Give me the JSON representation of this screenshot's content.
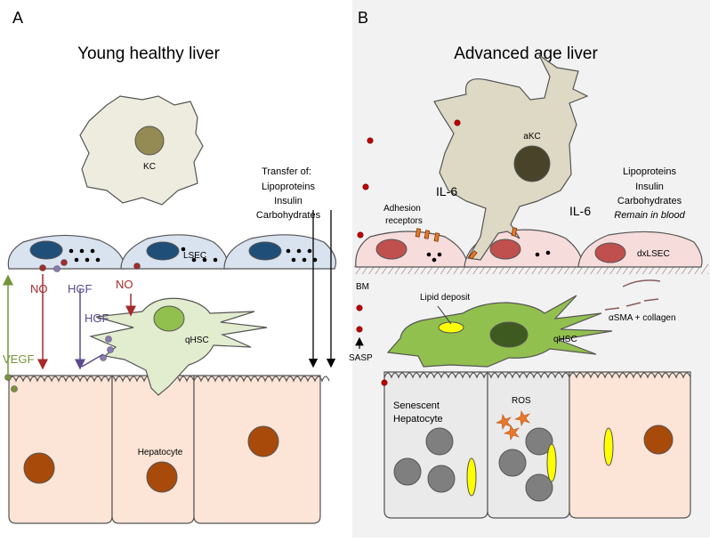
{
  "panel_a": {
    "letter": "A",
    "title": "Young healthy liver",
    "kc": "KC",
    "lsec": "LSEC",
    "qhsc": "qHSC",
    "hepatocyte": "Hepatocyte",
    "transfer": [
      "Transfer of:",
      "Lipoproteins",
      "Insulin",
      "Carbohydrates"
    ],
    "no_left": "NO",
    "no_right": "NO",
    "hgf_top": "HGF",
    "hgf_mid": "HGF",
    "vegf": "VEGF"
  },
  "panel_b": {
    "letter": "B",
    "title": "Advanced age liver",
    "akc": "aKC",
    "il6_left": "IL-6",
    "il6_right": "IL-6",
    "adhesion": [
      "Adhesion",
      "receptors"
    ],
    "transfer": [
      "Lipoproteins",
      "Insulin",
      "Carbohydrates",
      "Remain in blood"
    ],
    "dxlsec": "dxLSEC",
    "bm": "BM",
    "lipid": "Lipid deposit",
    "asma": "αSMA + collagen",
    "qhsc": "qHSC",
    "sasp": "SASP",
    "senescent": [
      "Senescent",
      "Hepatocyte"
    ],
    "ros": "ROS"
  },
  "colors": {
    "panel_b_bg": "#f2f2f2",
    "kc_fill": "#eeecdf",
    "akc_fill": "#ddd9c4",
    "lsec_fill": "#d9e2ef",
    "lsec_nucleus": "#1f4e79",
    "dxlsec_fill": "#f7dcdc",
    "dxlsec_nucleus": "#c0504d",
    "qhsc_a_fill": "#e2eccf",
    "qhsc_b_fill": "#92c04f",
    "hepatocyte_fill": "#fce4d6",
    "senescent_fill": "#eaeaea",
    "hep_nucleus": "#a84a0a",
    "no_color": "#a52a2a",
    "hgf_color": "#5b4a8f",
    "vegf_color": "#77933c",
    "ros_color": "#e8782c",
    "lipid_color": "#ffff00"
  }
}
